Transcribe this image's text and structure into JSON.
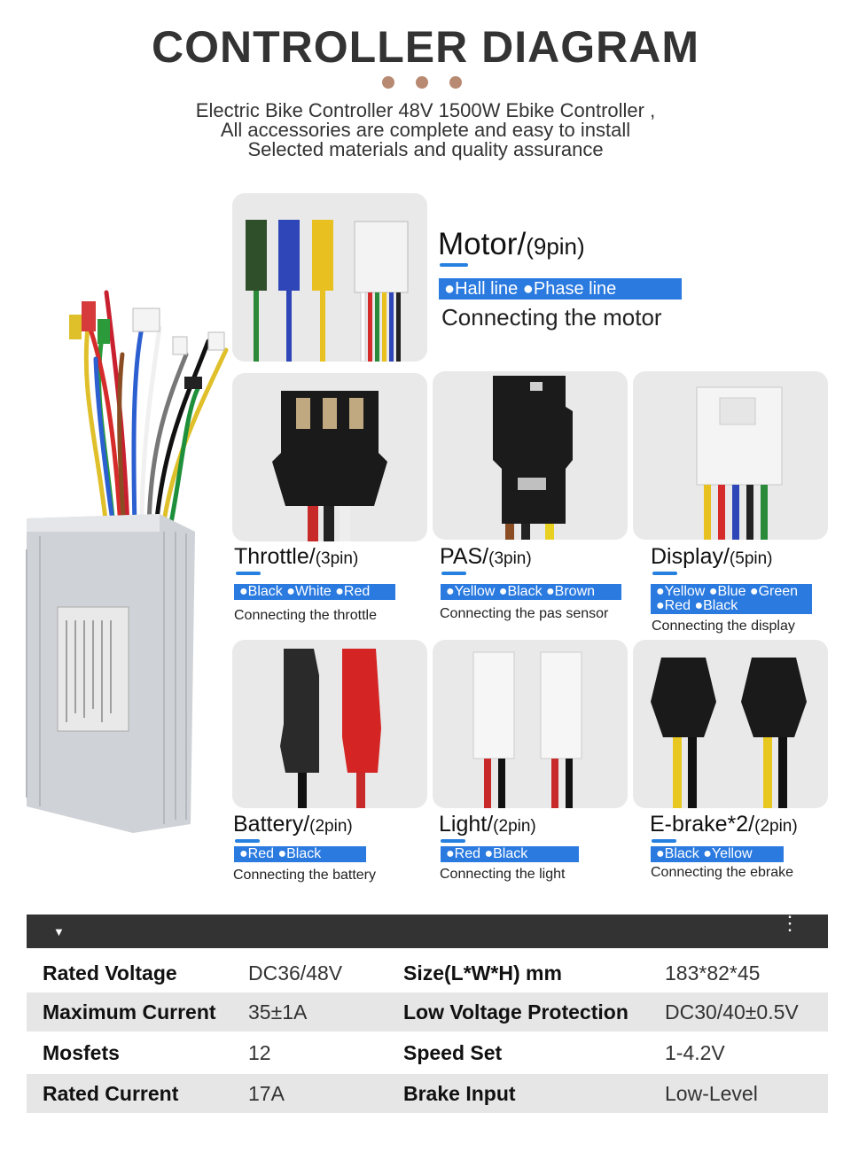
{
  "header": {
    "title": "CONTROLLER DIAGRAM",
    "subtitle_lines": [
      "Electric Bike Controller 48V 1500W Ebike Controller ,",
      "All accessories are complete and easy to install",
      "Selected materials and quality assurance"
    ]
  },
  "connectors": {
    "motor": {
      "name": "Motor/",
      "pins": "(9pin)",
      "tags": "●Hall line  ●Phase line",
      "desc": "Connecting the motor"
    },
    "throttle": {
      "name": "Throttle/",
      "pins": "(3pin)",
      "tags": "●Black  ●White  ●Red",
      "desc": "Connecting the throttle"
    },
    "pas": {
      "name": "PAS/",
      "pins": "(3pin)",
      "tags": "●Yellow  ●Black  ●Brown",
      "desc": "Connecting the pas sensor"
    },
    "display": {
      "name": "Display/",
      "pins": "(5pin)",
      "tags": "●Yellow ●Blue ●Green",
      "tags2": "●Red  ●Black",
      "desc": "Connecting the display"
    },
    "battery": {
      "name": "Battery/",
      "pins": "(2pin)",
      "tags": "●Red   ●Black",
      "desc": "Connecting the battery"
    },
    "light": {
      "name": "Light/",
      "pins": "(2pin)",
      "tags": "●Red  ●Black",
      "desc": "Connecting the light"
    },
    "ebrake": {
      "name": "E-brake*2/",
      "pins": "(2pin)",
      "tags": "●Black   ●Yellow",
      "desc": "Connecting the ebrake"
    }
  },
  "specs": [
    {
      "k1": "Rated Voltage",
      "v1": "DC36/48V",
      "k2": "Size(L*W*H) mm",
      "v2": "183*82*45"
    },
    {
      "k1": "Maximum Current",
      "v1": "35±1A",
      "k2": "Low Voltage Protection",
      "v2": "DC30/40±0.5V"
    },
    {
      "k1": "Mosfets",
      "v1": "12",
      "k2": "Speed Set",
      "v2": "1-4.2V"
    },
    {
      "k1": "Rated Current",
      "v1": "17A",
      "k2": "Brake Input",
      "v2": "Low-Level"
    }
  ],
  "colors": {
    "accent": "#2a7ae0",
    "dot": "#b88a72",
    "table_header": "#333333",
    "row_shade": "#e6e6e6"
  }
}
